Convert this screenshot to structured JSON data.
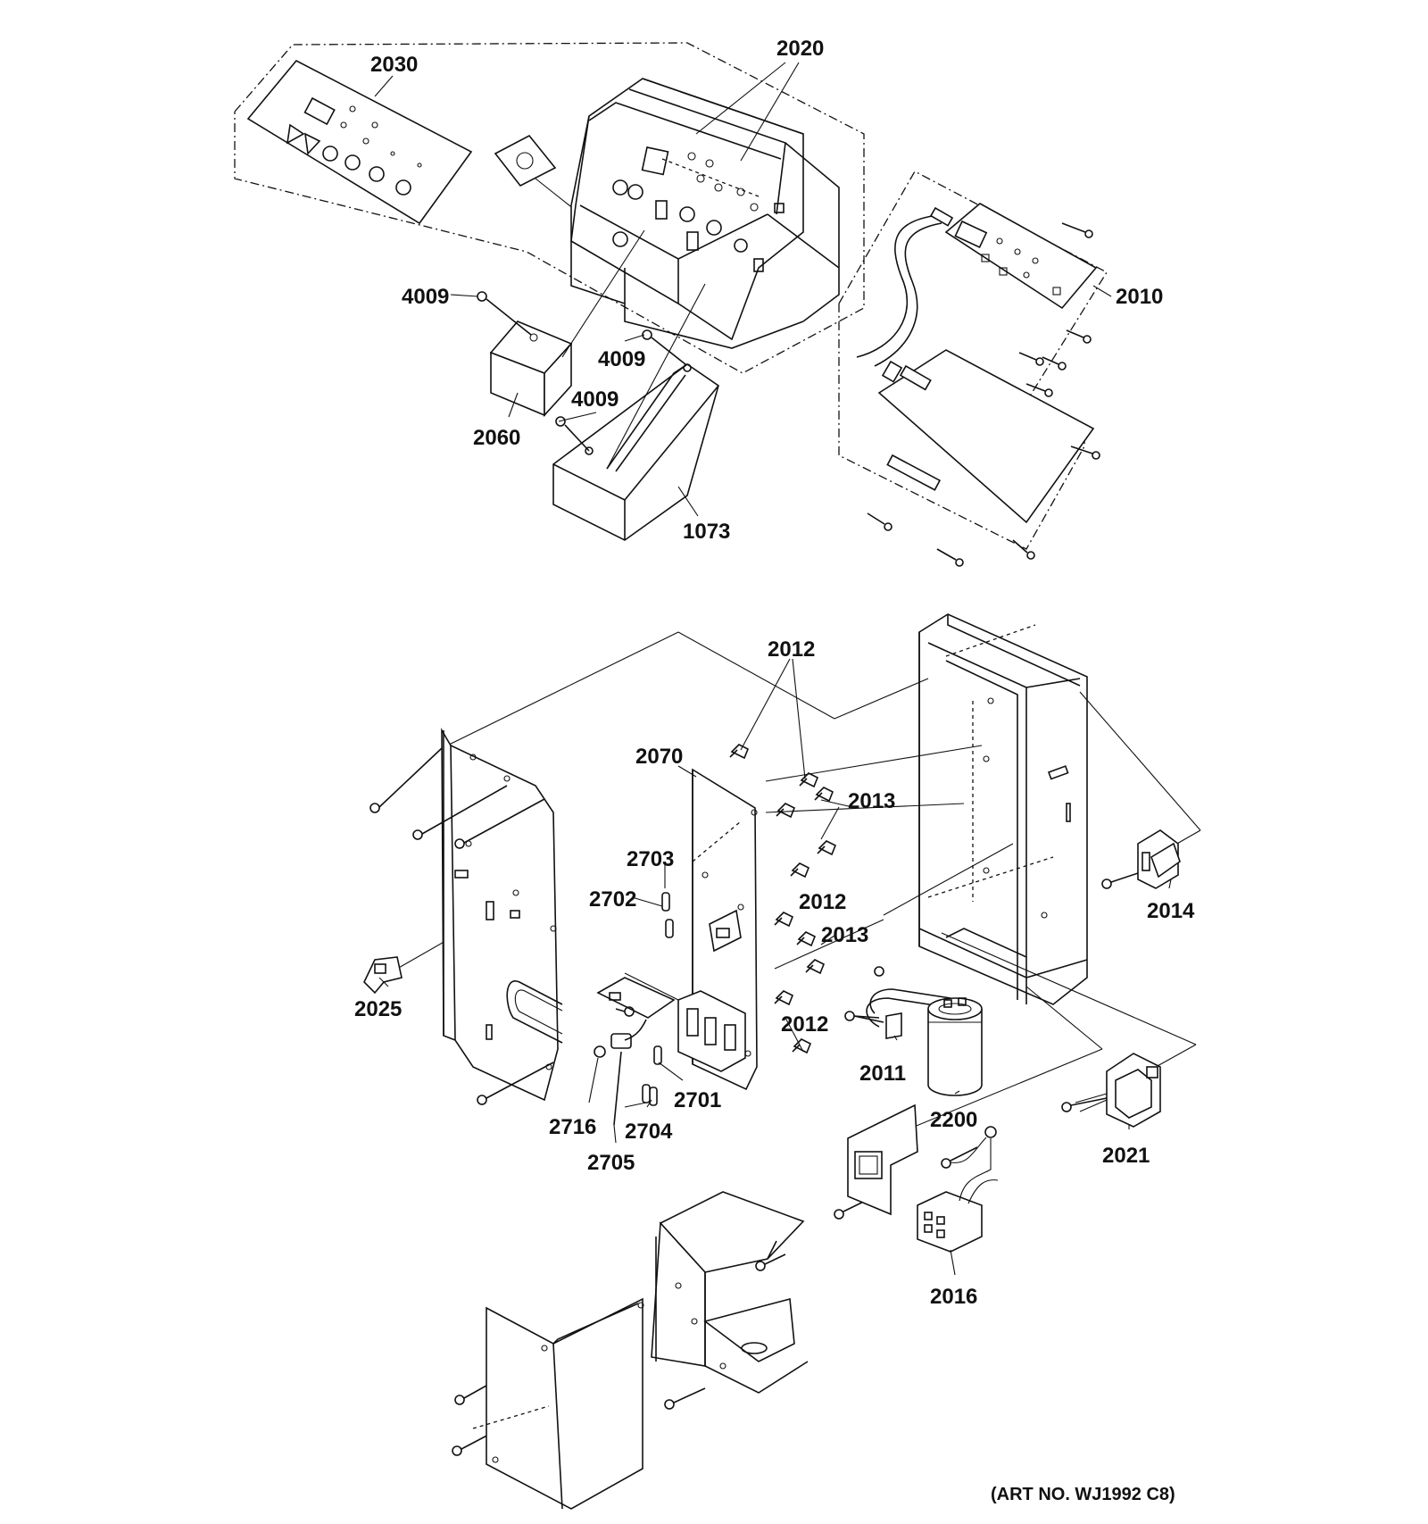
{
  "diagram": {
    "part_labels": {
      "p2030": "2030",
      "p2020": "2020",
      "p2010": "2010",
      "p4009a": "4009",
      "p4009b": "4009",
      "p4009c": "4009",
      "p2060": "2060",
      "p1073": "1073",
      "p2012a": "2012",
      "p2070": "2070",
      "p2013a": "2013",
      "p2703": "2703",
      "p2702": "2702",
      "p2012b": "2012",
      "p2013b": "2013",
      "p2014": "2014",
      "p2025": "2025",
      "p2012c": "2012",
      "p2011": "2011",
      "p2701": "2701",
      "p2716": "2716",
      "p2704": "2704",
      "p2200": "2200",
      "p2705": "2705",
      "p2021": "2021",
      "p2016": "2016"
    },
    "art_number": "(ART NO. WJ1992 C8)"
  }
}
